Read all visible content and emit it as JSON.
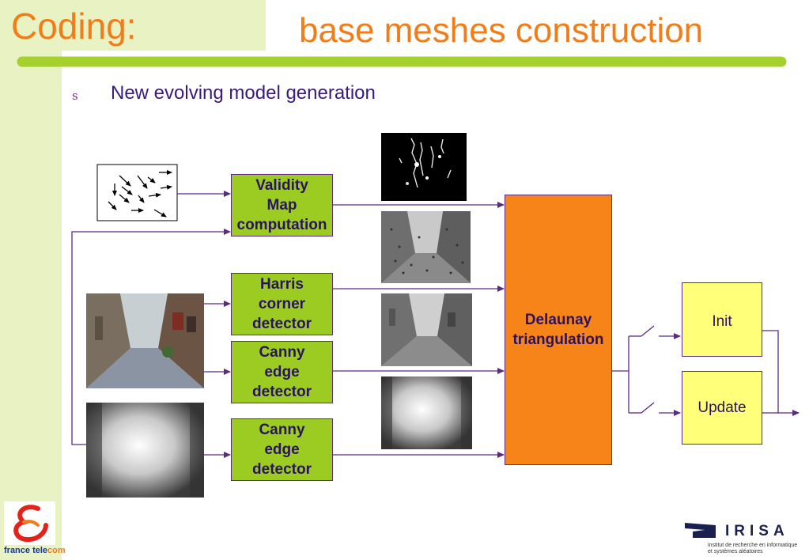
{
  "title": {
    "prefix": "Coding:",
    "main": "base meshes construction"
  },
  "bullet": {
    "marker": "s",
    "text": "New evolving model generation"
  },
  "boxes": {
    "validity": "Validity\nMap\ncomputation",
    "harris": "Harris\ncorner\ndetector",
    "canny1": "Canny\nedge\ndetector",
    "canny2": "Canny\nedge\ndetector",
    "delaunay": "Delaunay\ntriangulation",
    "init": "Init",
    "update": "Update"
  },
  "logos": {
    "france_telecom": {
      "word1": "france tele",
      "word2": "com"
    },
    "irisa": {
      "name": "IRISA",
      "subtitle": "institut de recherche en informatique\net systèmes aléatoires"
    }
  },
  "colors": {
    "accent_orange": "#f07d1a",
    "accent_green": "#9ccc22",
    "arrow_purple": "#5b2a82",
    "title_bar": "#a6d02c"
  }
}
